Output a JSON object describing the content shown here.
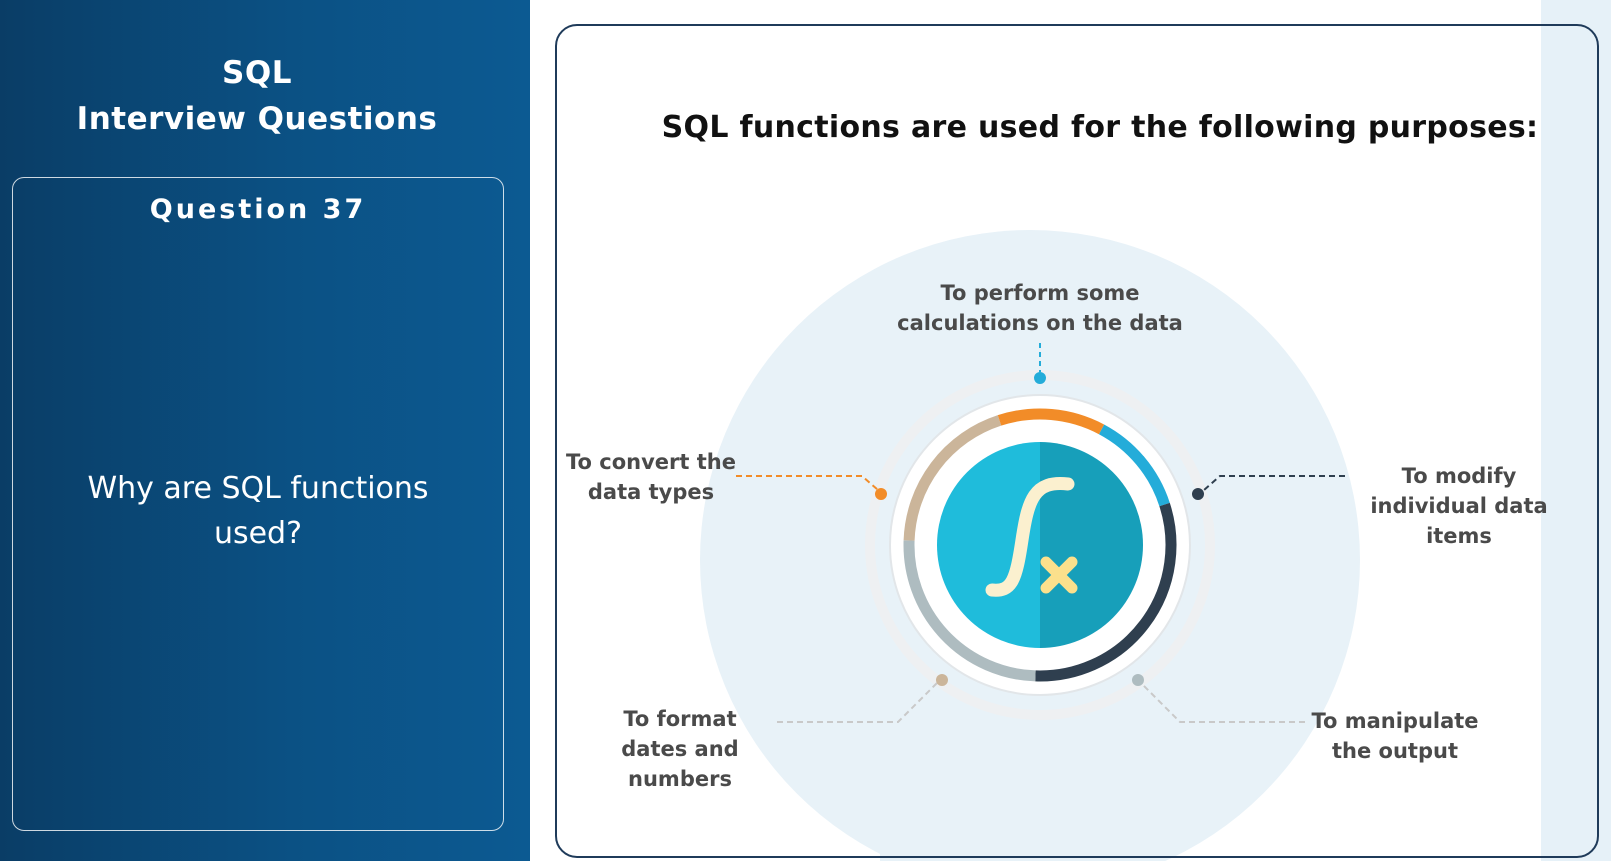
{
  "left_panel": {
    "title_line1": "SQL",
    "title_line2": "Interview Questions",
    "question_number": "Question 37",
    "question_text": "Why are SQL functions used?"
  },
  "slide": {
    "heading": "SQL functions are used for the following purposes:",
    "center_icon": "function-fx-icon",
    "purposes": [
      {
        "id": "calc",
        "text": "To perform some calculations on the data",
        "color": "#24acd9"
      },
      {
        "id": "modify",
        "text": "To modify individual data items",
        "color": "#2f3f4f"
      },
      {
        "id": "output",
        "text": "To manipulate the output",
        "color": "#aebcc0"
      },
      {
        "id": "format",
        "text": "To format dates and numbers",
        "color": "#cbb59a"
      },
      {
        "id": "convert",
        "text": "To convert the data types",
        "color": "#f28c28"
      }
    ]
  },
  "colors": {
    "panel_blue": "#0b5184",
    "center_cyan": "#1fbcdb",
    "center_dark": "#179fba",
    "symbol_cream": "#fbf0cf"
  }
}
